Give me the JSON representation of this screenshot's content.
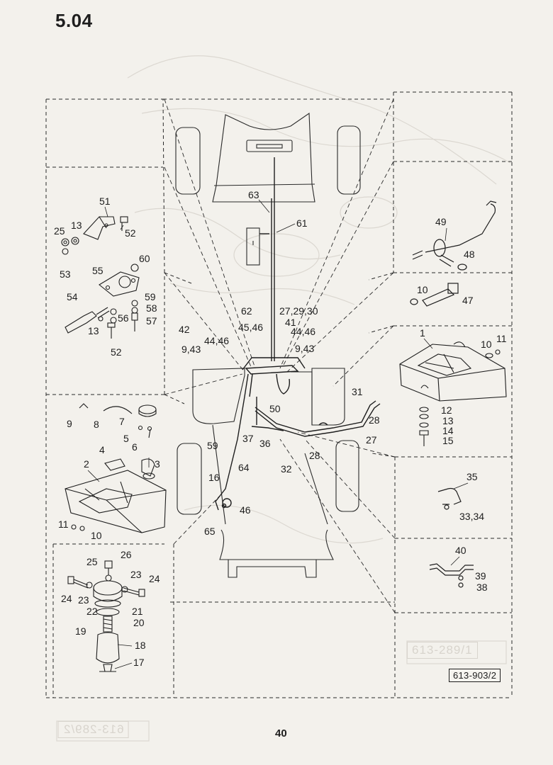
{
  "header": {
    "section": "5.04"
  },
  "footer": {
    "page_number": "40"
  },
  "drawing_number": "613-903/2",
  "ghost_stamps": [
    "613-289/1",
    "613-289/2"
  ],
  "callouts": {
    "c63": "63",
    "c61": "61",
    "c62": "62",
    "c27_29_30": "27,29,30",
    "c41": "41",
    "c45_46": "45,46",
    "c44_46_a": "44,46",
    "c44_46_b": "44,46",
    "c42": "42",
    "c9_43_a": "9,43",
    "c9_43_b": "9,43",
    "c50": "50",
    "c31": "31",
    "c28a": "28",
    "c28b": "28",
    "c27": "27",
    "c32": "32",
    "c36": "36",
    "c37": "37",
    "c59b": "59",
    "c64": "64",
    "c16b": "16",
    "c65": "65",
    "c46b": "46",
    "c51": "51",
    "c13a": "13",
    "c25a": "25",
    "c52a": "52",
    "c53": "53",
    "c55": "55",
    "c60": "60",
    "c54": "54",
    "c59a": "59",
    "c58": "58",
    "c56": "56",
    "c57": "57",
    "c13b": "13",
    "c52b": "52",
    "c9": "9",
    "c8": "8",
    "c7": "7",
    "c5": "5",
    "c6": "6",
    "c4": "4",
    "c3": "3",
    "c2": "2",
    "c11a": "11",
    "c10a": "10",
    "c26": "26",
    "c25b": "25",
    "c23a": "23",
    "c23b": "23",
    "c24a": "24",
    "c24b": "24",
    "c22": "22",
    "c21": "21",
    "c20": "20",
    "c19": "19",
    "c18": "18",
    "c17": "17",
    "c49": "49",
    "c48": "48",
    "c10b": "10",
    "c47": "47",
    "c1": "1",
    "c11b": "11",
    "c10c": "10",
    "c12": "12",
    "c13c": "13",
    "c14": "14",
    "c15": "15",
    "c35": "35",
    "c33_34": "33,34",
    "c40": "40",
    "c39": "39",
    "c38": "38"
  }
}
